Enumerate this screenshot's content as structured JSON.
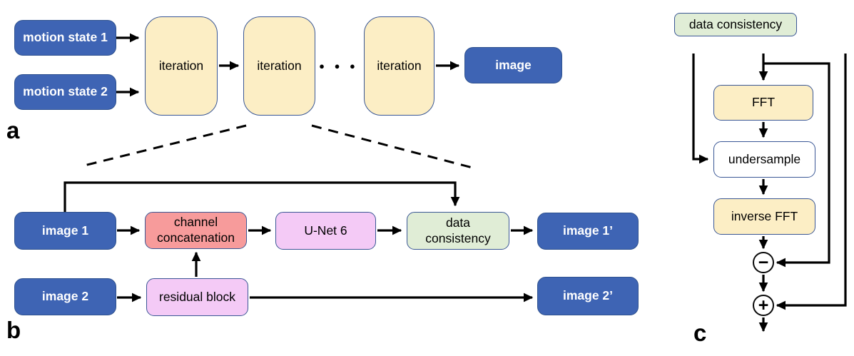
{
  "colors": {
    "blue_fill": "#3E64B4",
    "blue_border": "#2F528F",
    "yellow_fill": "#FCEEC5",
    "salmon_fill": "#F79B9B",
    "purple_fill": "#F4CAF6",
    "green_fill": "#E0EDD6",
    "white_fill": "#FFFFFF",
    "node_border": "#3A5795",
    "arrow_color": "#000000",
    "text_light": "#FFFFFF",
    "text_dark": "#000000"
  },
  "panel_a": {
    "label": "a",
    "motion_state_1": "motion state 1",
    "motion_state_2": "motion state 2",
    "iteration_1": "iteration",
    "iteration_2": "iteration",
    "iteration_3": "iteration",
    "ellipsis": "● ● ●",
    "image": "image"
  },
  "panel_b": {
    "label": "b",
    "image_1": "image 1",
    "channel_concatenation": "channel\nconcatenation",
    "unet": "U-Net 6",
    "data_consistency": "data\nconsistency",
    "image_1_prime": "image 1’",
    "image_2": "image 2",
    "residual_block": "residual block",
    "image_2_prime": "image 2’"
  },
  "panel_c": {
    "label": "c",
    "data_consistency": "data consistency",
    "fft": "FFT",
    "undersample": "undersample",
    "inverse_fft": "inverse FFT",
    "minus": "−",
    "plus": "+"
  }
}
